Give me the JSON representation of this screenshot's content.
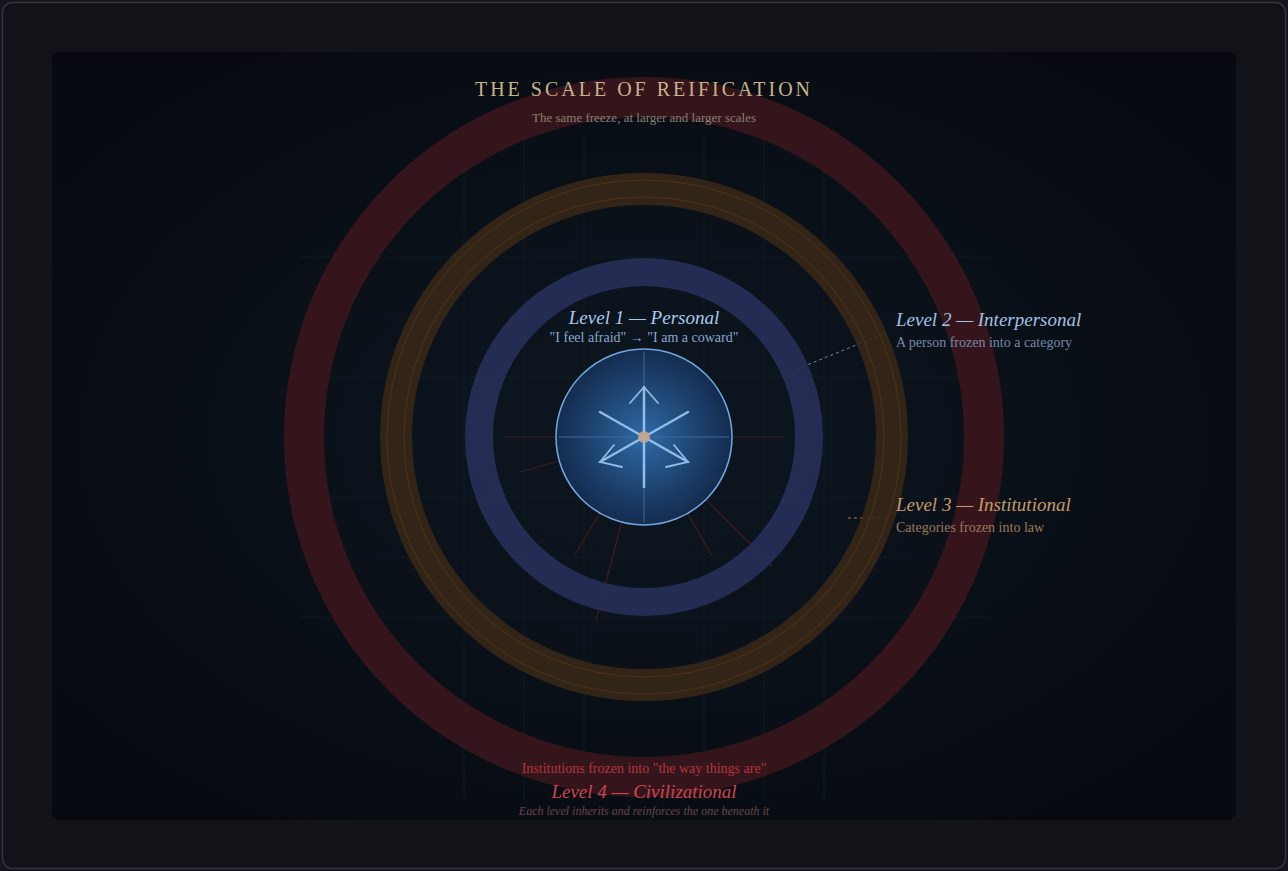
{
  "diagram": {
    "title": "THE SCALE OF REIFICATION",
    "caption": "Each level inherits and reinforces the one beneath it",
    "nodes": [
      {
        "text": [
          "Institutions frozen into \"the way things are\"",
          "Level 4 — Civilizational"
        ]
      },
      {
        "text": [
          "Level 3 — Institutional",
          "Categories frozen into law"
        ],
        "in": 0
      },
      {
        "text": [
          "Level 2 — Interpersonal",
          "A person frozen into a category"
        ],
        "in": 1
      },
      {
        "text": [
          "Level 1 — Personal",
          "\"I feel afraid\" → \"I am a coward\""
        ],
        "in": 2
      }
    ],
    "labels": [
      "The same freeze, at larger and larger scales"
    ]
  }
}
